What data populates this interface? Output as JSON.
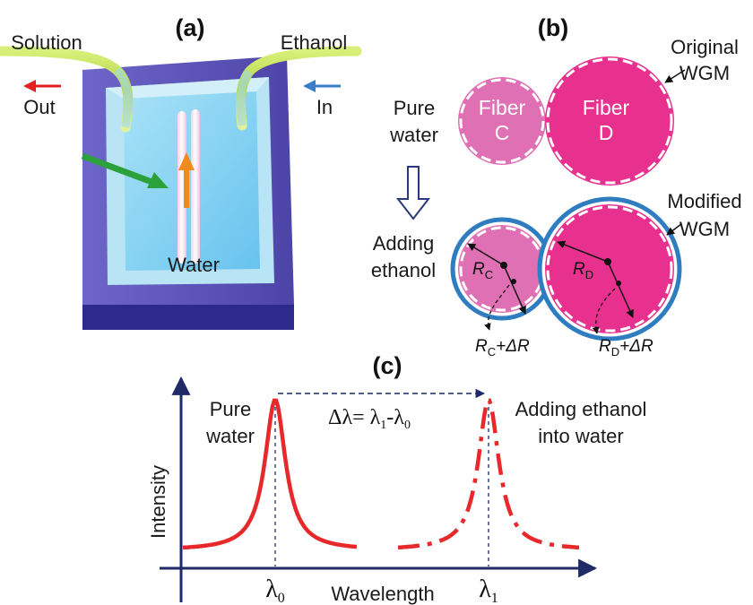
{
  "panels": {
    "a": "(a)",
    "b": "(b)",
    "c": "(c)"
  },
  "panel_a": {
    "solution": "Solution",
    "ethanol": "Ethanol",
    "out": "Out",
    "in": "In",
    "water": "Water"
  },
  "panel_b": {
    "pure_water": [
      "Pure",
      "water"
    ],
    "adding_ethanol": [
      "Adding",
      "ethanol"
    ],
    "fiber_c": [
      "Fiber",
      "C"
    ],
    "fiber_d": [
      "Fiber",
      "D"
    ],
    "original_wgm": [
      "Original",
      "WGM"
    ],
    "modified_wgm": [
      "Modified",
      "WGM"
    ],
    "rc": {
      "main": "R",
      "sub": "C"
    },
    "rd": {
      "main": "R",
      "sub": "D"
    },
    "rc_plus": {
      "main": "R",
      "sub": "C",
      "tail": "+ΔR"
    },
    "rd_plus": {
      "main": "R",
      "sub": "D",
      "tail": "+ΔR"
    }
  },
  "panel_c": {
    "ylabel": "Intensity",
    "xlabel": "Wavelength",
    "lambda0": {
      "main": "λ",
      "sub": "0"
    },
    "lambda1": {
      "main": "λ",
      "sub": "1"
    },
    "shift_eq": {
      "lhs": "Δλ= ",
      "a": "λ",
      "a_sub": "1",
      "mid": "-",
      "b": "λ",
      "b_sub": "0"
    },
    "pure_water": [
      "Pure",
      "water"
    ],
    "adding_ethanol": [
      "Adding ethanol",
      "into water"
    ]
  },
  "colors": {
    "tray_outer": "#5b52b8",
    "tray_inner": "#9ed8f0",
    "water": "#7fd0f2",
    "fiber_c": "#e070b4",
    "fiber_d": "#e8308e",
    "wgm_blue": "#2f7dc0",
    "spectrum_red": "#e8292b",
    "axis": "#1f2a66",
    "arrow_out": "#e02020",
    "arrow_in": "#3a7dc8",
    "arrow_green": "#2aa13a",
    "arrow_orange": "#f08a1c"
  },
  "chart_data": {
    "type": "line",
    "title": "",
    "xlabel": "Wavelength",
    "ylabel": "Intensity",
    "x_ticks": [
      "λ0",
      "λ1"
    ],
    "series": [
      {
        "name": "Pure water",
        "peak_at": "λ0",
        "style": "solid"
      },
      {
        "name": "Adding ethanol into water",
        "peak_at": "λ1",
        "style": "dash-dot"
      }
    ],
    "annotation": "Δλ= λ1-λ0"
  }
}
